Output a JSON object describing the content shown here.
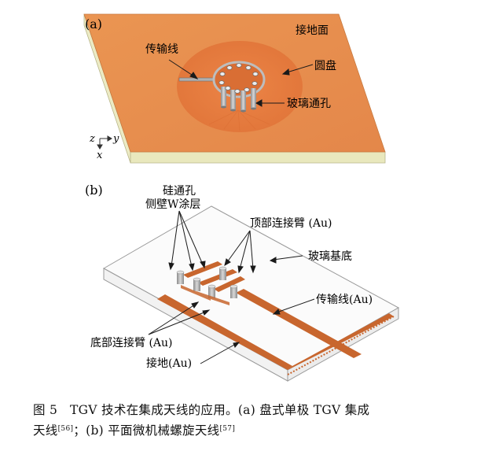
{
  "panel_a": {
    "label": "(a)",
    "annotations": {
      "ground_plane": "接地面",
      "transmission_line": "传输线",
      "disk": "圆盘",
      "glass_via": "玻璃通孔"
    },
    "axes": {
      "z": "z",
      "y": "y",
      "x": "x"
    }
  },
  "panel_b": {
    "label": "(b)",
    "annotations": {
      "si_via_line1": "硅通孔",
      "si_via_line2": "侧壁W涂层",
      "top_arm": "顶部连接臂 (Au)",
      "glass_substrate": "玻璃基底",
      "transmission_line": "传输线(Au)",
      "bottom_arm": "底部连接臂 (Au)",
      "ground": "接地(Au)"
    }
  },
  "caption": {
    "line1": "图 5　TGV 技术在集成天线的应用。(a) 盘式单极 TGV 集成",
    "line2_text": "天线",
    "ref1": "[56]",
    "line2_mid": "；(b) 平面微机械螺旋天线",
    "ref2": "[57]"
  },
  "colors": {
    "ground_plane": "#e8924f",
    "plate_side": "#ecebc4",
    "disk": "#e77a3c",
    "gold_trace": "#c8662e"
  }
}
